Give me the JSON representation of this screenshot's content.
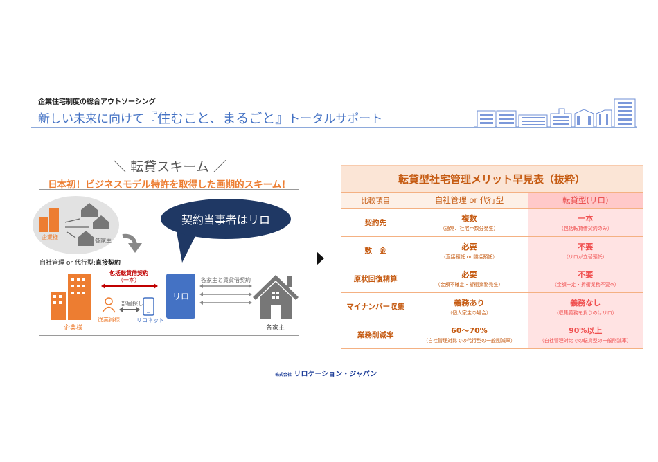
{
  "header": {
    "subtitle": "企業住宅制度の総合アウトソーシング",
    "title_pre": "新しい未来に向けて",
    "title_main": "『住むこと、まるごと』",
    "title_post": "トータルサポート"
  },
  "scheme": {
    "title": "＼ 転貸スキーム ／",
    "catch": "日本初！ビジネスモデル特許を取得した画期的スキーム！",
    "old": {
      "company": "企業様",
      "landlords": "各家主",
      "caption": "自社管理 or 代行型:",
      "caption_bold": "直接契約"
    },
    "bubble": "契約当事者はリロ",
    "new": {
      "contract": "包括転貸借契約",
      "contract_sub": "（一本）",
      "company": "企業様",
      "employee": "従業員様",
      "search": "部屋探し",
      "relonet": "リロネット",
      "relo": "リロ",
      "lease": "各家主と賃貸借契約",
      "landlord": "各家主"
    }
  },
  "table": {
    "title": "転貸型社宅管理メリット早見表（抜粋）",
    "headers": [
      "比較項目",
      "自社管理 or 代行型",
      "転貸型(リロ)"
    ],
    "rows": [
      {
        "item": "契約先",
        "a": "複数",
        "a_note": "（通常、社宅戸数分発生）",
        "b": "一本",
        "b_note": "（包括転貸借契約のみ）"
      },
      {
        "item": "敷　金",
        "a": "必要",
        "a_note": "（直接預託 or 間接預託）",
        "b": "不要",
        "b_note": "（リロが立替預託）"
      },
      {
        "item": "原状回復精算",
        "a": "必要",
        "a_note": "（金額不確定・折衝業務発生）",
        "b": "不要",
        "b_note": "（金額一定・折衝業務不要※）"
      },
      {
        "item": "マイナンバー収集",
        "a": "義務あり",
        "a_note": "（個人家主の場合）",
        "b": "義務なし",
        "b_note": "（収集義務を負うのはリロ）"
      },
      {
        "item": "業務削減率",
        "a": "60～70%",
        "a_note": "（自社管理対比での代行型の一般削減率）",
        "b": "90%以上",
        "b_note": "（自社管理対比での転貸型の一般削減率）"
      }
    ]
  },
  "footer": {
    "prefix": "株式会社",
    "company": "リロケーション・ジャパン"
  },
  "colors": {
    "blue": "#4472c4",
    "orange": "#ed7d31",
    "navy": "#1f3864",
    "red": "#c00000"
  }
}
